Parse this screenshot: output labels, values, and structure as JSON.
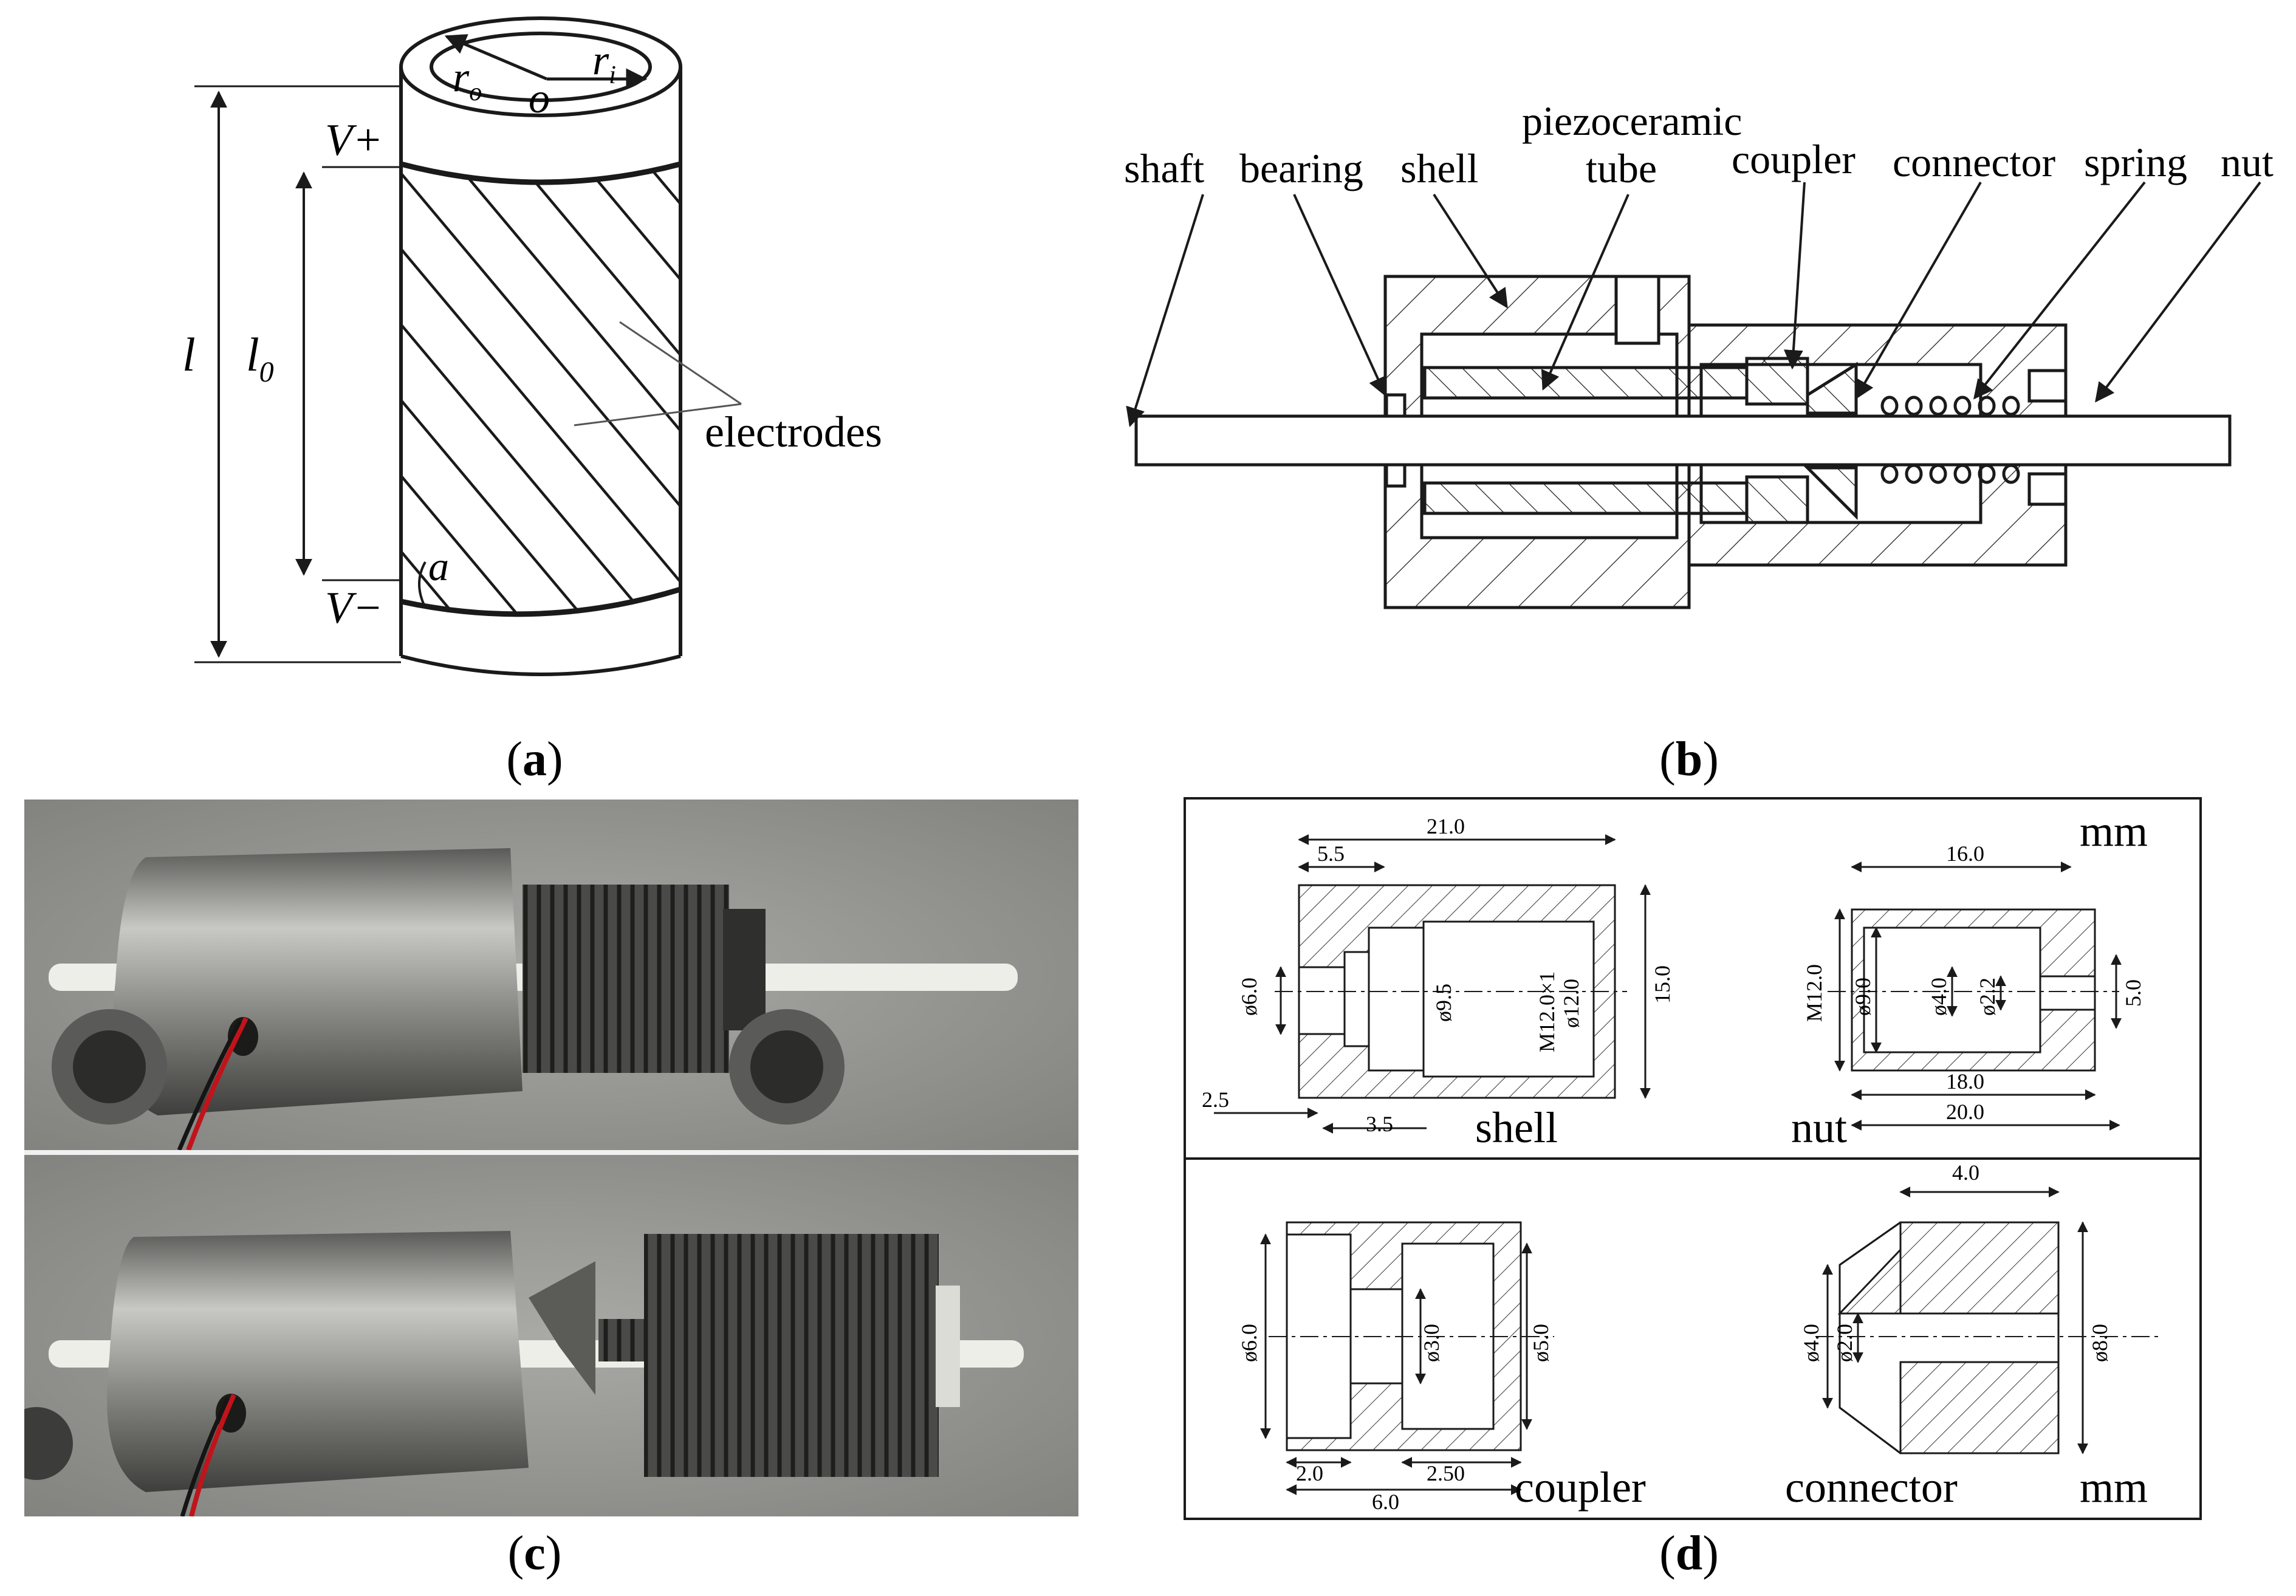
{
  "panel_a": {
    "labels": {
      "r_outer": "r",
      "r_outer_sub": "o",
      "r_inner": "r",
      "r_inner_sub": "i",
      "origin": "o",
      "v_plus": "V+",
      "v_minus": "V−",
      "length": "l",
      "length0": "l",
      "length0_sub": "0",
      "angle": "a",
      "electrodes": "electrodes"
    },
    "caption": "a"
  },
  "panel_b": {
    "labels": {
      "shaft": "shaft",
      "bearing": "bearing",
      "shell": "shell",
      "piezo_line1": "piezoceramic",
      "piezo_line2": "tube",
      "coupler": "coupler",
      "connector": "connector",
      "spring": "spring",
      "nut": "nut"
    },
    "caption": "b"
  },
  "panel_c": {
    "caption": "c"
  },
  "panel_d": {
    "unit_top": "mm",
    "unit_bottom": "mm",
    "shell": {
      "name": "shell",
      "dim_21": "21.0",
      "dim_5_5": "5.5",
      "dim_6": "ø6.0",
      "dim_9_5": "ø9.5",
      "dim_m12": "M12.0×1",
      "dim_12": "ø12.0",
      "dim_15": "15.0",
      "dim_2_5": "2.5",
      "dim_3_5": "3.5"
    },
    "nut": {
      "name": "nut",
      "dim_16": "16.0",
      "dim_m12": "M12.0",
      "dim_9": "ø9.0",
      "dim_4": "ø4.0",
      "dim_2_2": "ø2.2",
      "dim_5": "5.0",
      "dim_18": "18.0",
      "dim_20": "20.0"
    },
    "coupler": {
      "name": "coupler",
      "dim_6_dia": "ø6.0",
      "dim_3_dia": "ø3.0",
      "dim_5_dia": "ø5.0",
      "dim_2": "2.0",
      "dim_2_5": "2.50",
      "dim_6": "6.0"
    },
    "connector": {
      "name": "connector",
      "dim_4": "4.0",
      "dim_4_dia": "ø4.0",
      "dim_2_dia": "ø2.0",
      "dim_8_dia": "ø8.0"
    },
    "caption": "d"
  },
  "colors": {
    "line": "#1a1a1a",
    "photo_bg": "#8f8f8d",
    "metal_light": "#b9b9b6",
    "metal_dark": "#3e3e3c",
    "thread": "#3a3a38",
    "rod": "#eeeee8",
    "wire_red": "#c0141a"
  }
}
